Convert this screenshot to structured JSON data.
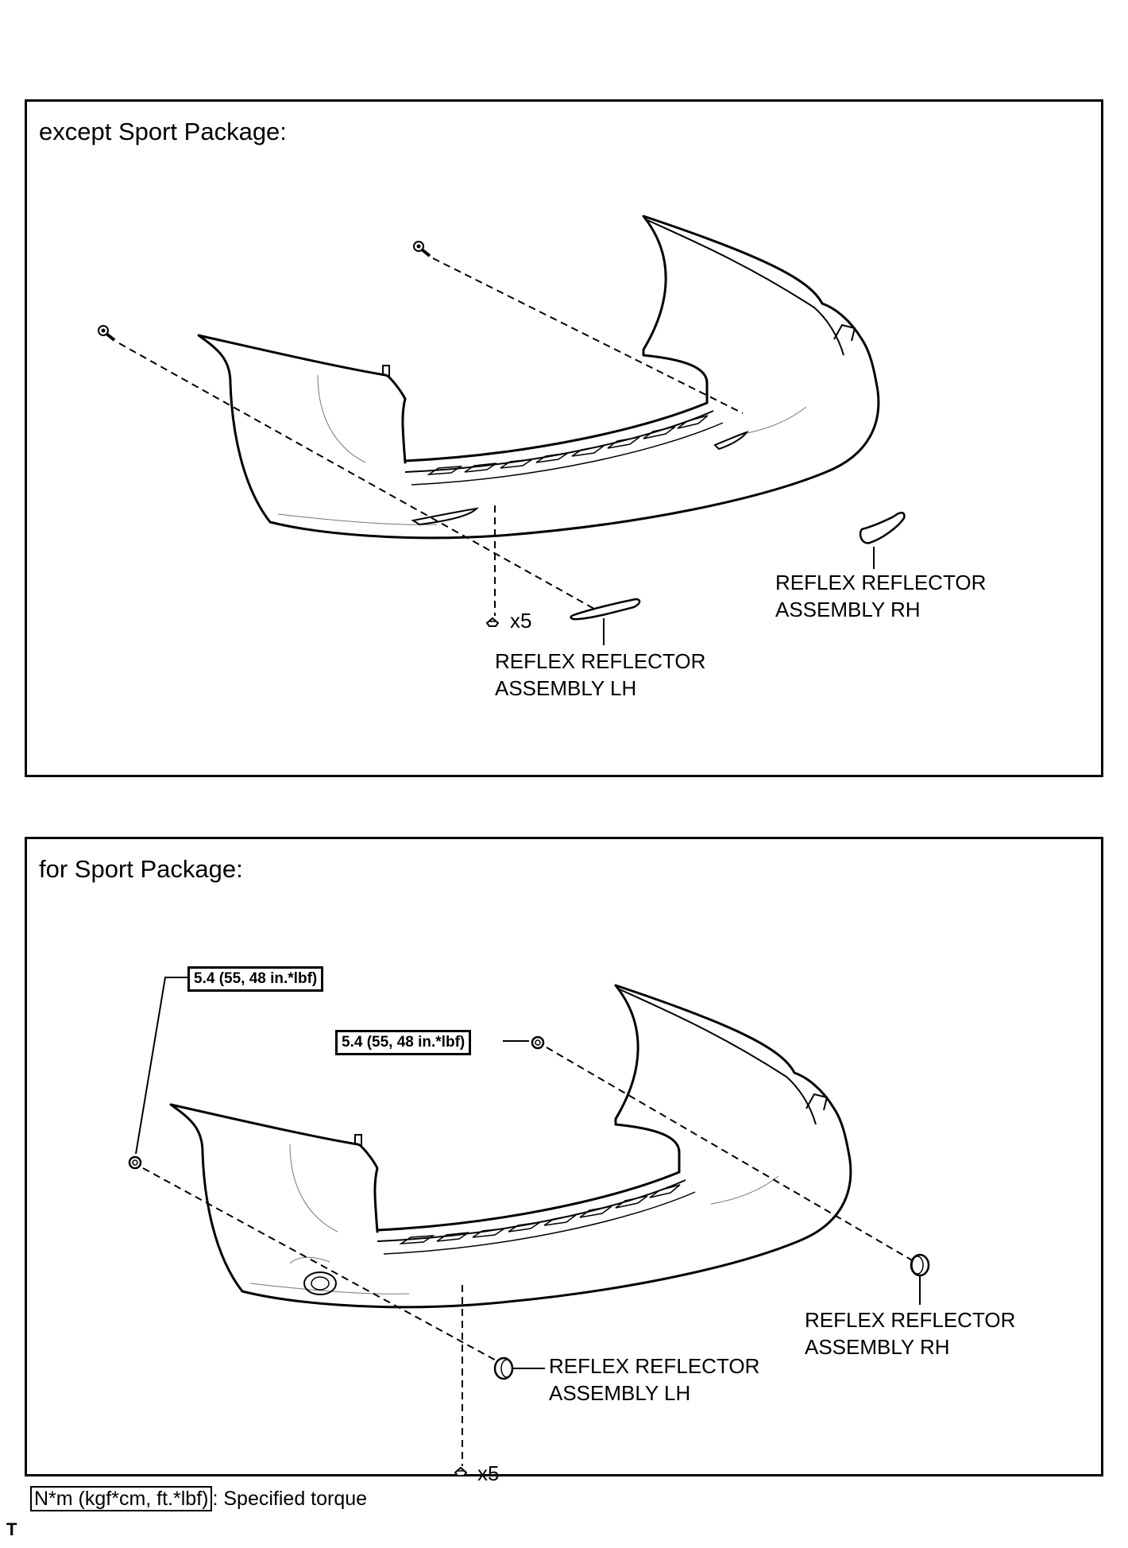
{
  "panel_top": {
    "title": "except Sport Package:",
    "fastener_count": "x5",
    "reflector_lh": [
      "REFLEX REFLECTOR",
      "ASSEMBLY LH"
    ],
    "reflector_rh": [
      "REFLEX REFLECTOR",
      "ASSEMBLY RH"
    ]
  },
  "panel_bottom": {
    "title": "for Sport Package:",
    "torque_left": "5.4 (55, 48 in.*lbf)",
    "torque_right": "5.4 (55, 48 in.*lbf)",
    "fastener_count": "x5",
    "reflector_lh": [
      "REFLEX REFLECTOR",
      "ASSEMBLY LH"
    ],
    "reflector_rh": [
      "REFLEX REFLECTOR",
      "ASSEMBLY RH"
    ]
  },
  "legend": {
    "unit": "N*m (kgf*cm, ft.*lbf)",
    "text": ": Specified torque"
  },
  "corner_mark": "T"
}
